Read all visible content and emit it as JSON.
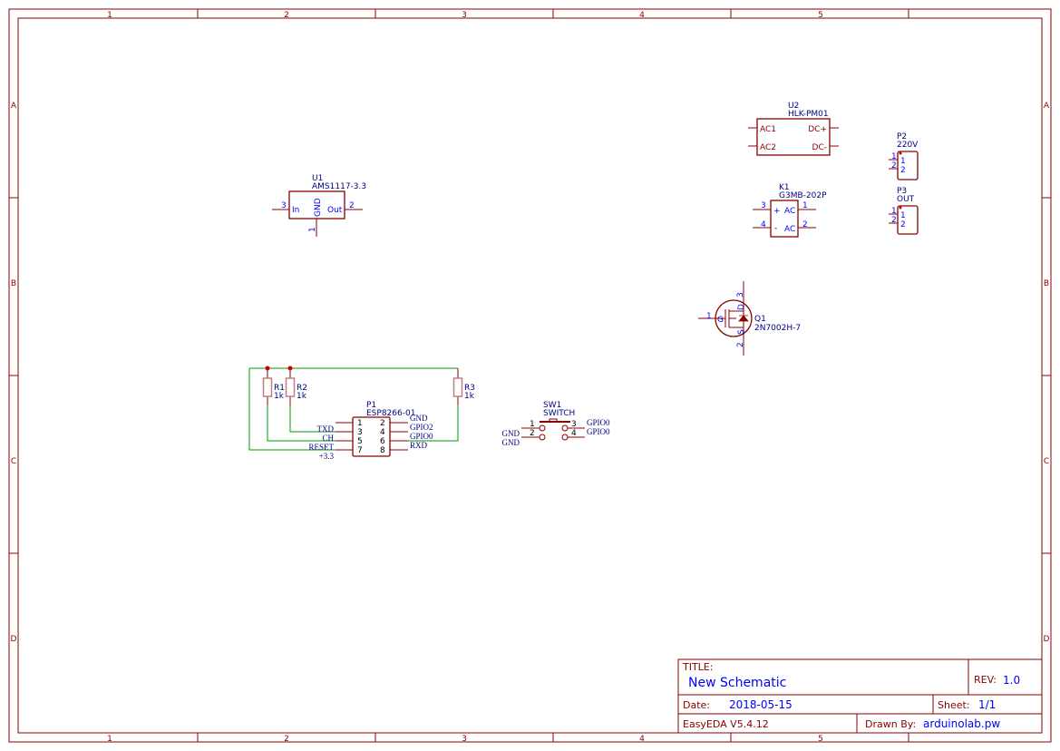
{
  "frame": {
    "columns": [
      "1",
      "2",
      "3",
      "4",
      "5"
    ],
    "rows": [
      "A",
      "B",
      "C",
      "D"
    ]
  },
  "colors": {
    "frame": "#880000",
    "wire": "#009900",
    "designator": "#000080",
    "pin_number": "#0000ff"
  },
  "title_block": {
    "title_label": "TITLE:",
    "title": "New Schematic",
    "rev_label": "REV:",
    "rev": "1.0",
    "date_label": "Date:",
    "date": "2018-05-15",
    "sheet_label": "Sheet:",
    "sheet": "1/1",
    "tool": "EasyEDA V5.4.12",
    "drawn_label": "Drawn By:",
    "drawn_by": "arduinolab.pw"
  },
  "u1": {
    "ref": "U1",
    "value": "AMS1117-3.3",
    "pins": {
      "in": "In",
      "out": "Out",
      "gnd": "GND",
      "n3": "3",
      "n2": "2",
      "n1": "1"
    }
  },
  "u2": {
    "ref": "U2",
    "value": "HLK-PM01",
    "pins": {
      "ac1": "AC1",
      "ac2": "AC2",
      "dcp": "DC+",
      "dcm": "DC-"
    }
  },
  "k1": {
    "ref": "K1",
    "value": "G3MB-202P",
    "plus": "+",
    "minus": "-",
    "ac": "AC",
    "n1": "1",
    "n2": "2",
    "n3": "3",
    "n4": "4"
  },
  "p2": {
    "ref": "P2",
    "value": "220V",
    "n1": "1",
    "n2": "2"
  },
  "p3": {
    "ref": "P3",
    "value": "OUT",
    "n1": "1",
    "n2": "2"
  },
  "q1": {
    "ref": "Q1",
    "value": "2N7002H-7",
    "n1": "1",
    "n2": "2",
    "n3": "3",
    "g": "G",
    "d": "D",
    "s": "S"
  },
  "r1": {
    "ref": "R1",
    "value": "1k"
  },
  "r2": {
    "ref": "R2",
    "value": "1k"
  },
  "r3": {
    "ref": "R3",
    "value": "1k"
  },
  "p1": {
    "ref": "P1",
    "value": "ESP8266-01",
    "pins_left": [
      "1",
      "3",
      "5",
      "7"
    ],
    "pins_right": [
      "2",
      "4",
      "6",
      "8"
    ],
    "nets_left": [
      "TXD",
      "CH",
      "RESET",
      "+3.3"
    ],
    "nets_right": [
      "GND",
      "GPIO2",
      "GPIO0",
      "RXD"
    ]
  },
  "sw1": {
    "ref": "SW1",
    "value": "SWITCH",
    "n1": "1",
    "n2": "2",
    "n3": "3",
    "n4": "4",
    "net_left": [
      "GND",
      "GND"
    ],
    "net_right": [
      "GPIO0",
      "GPIO0"
    ]
  }
}
